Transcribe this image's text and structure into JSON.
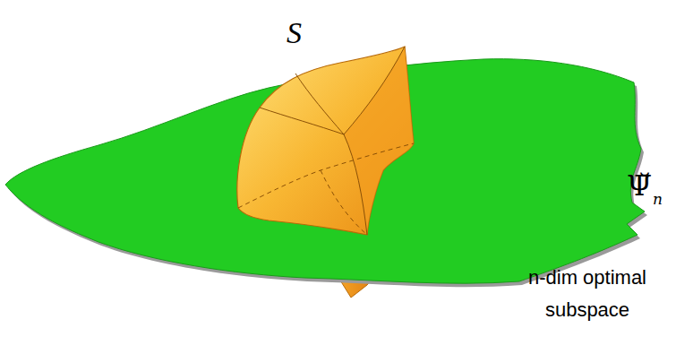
{
  "diagram": {
    "labels": [
      "S",
      "Ψ̆",
      "n",
      "n-dim optimal subspace"
    ]
  }
}
